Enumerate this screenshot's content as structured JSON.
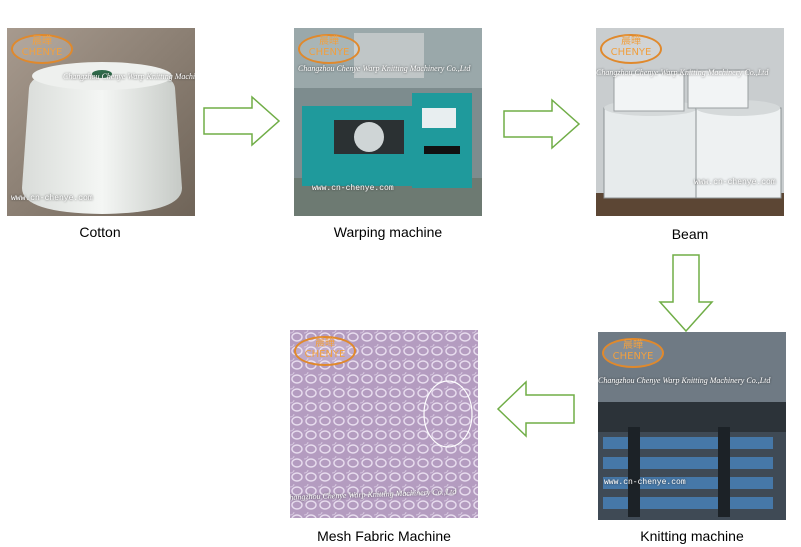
{
  "steps": [
    {
      "label": "Cotton"
    },
    {
      "label": "Warping machine"
    },
    {
      "label": "Beam"
    },
    {
      "label": "Knitting machine"
    },
    {
      "label": "Mesh Fabric Machine"
    }
  ],
  "watermark": {
    "logo_text": "晨曄\nCHENYE",
    "company": "Changzhou Chenye Warp Knitting Machinery Co.,Ltd",
    "url": "www.cn-chenye.com"
  },
  "colors": {
    "arrow_stroke": "#70ad47",
    "arrow_fill": "#ffffff",
    "machine_teal": "#1f9a9c",
    "fabric_purple": "#b49cc0"
  }
}
